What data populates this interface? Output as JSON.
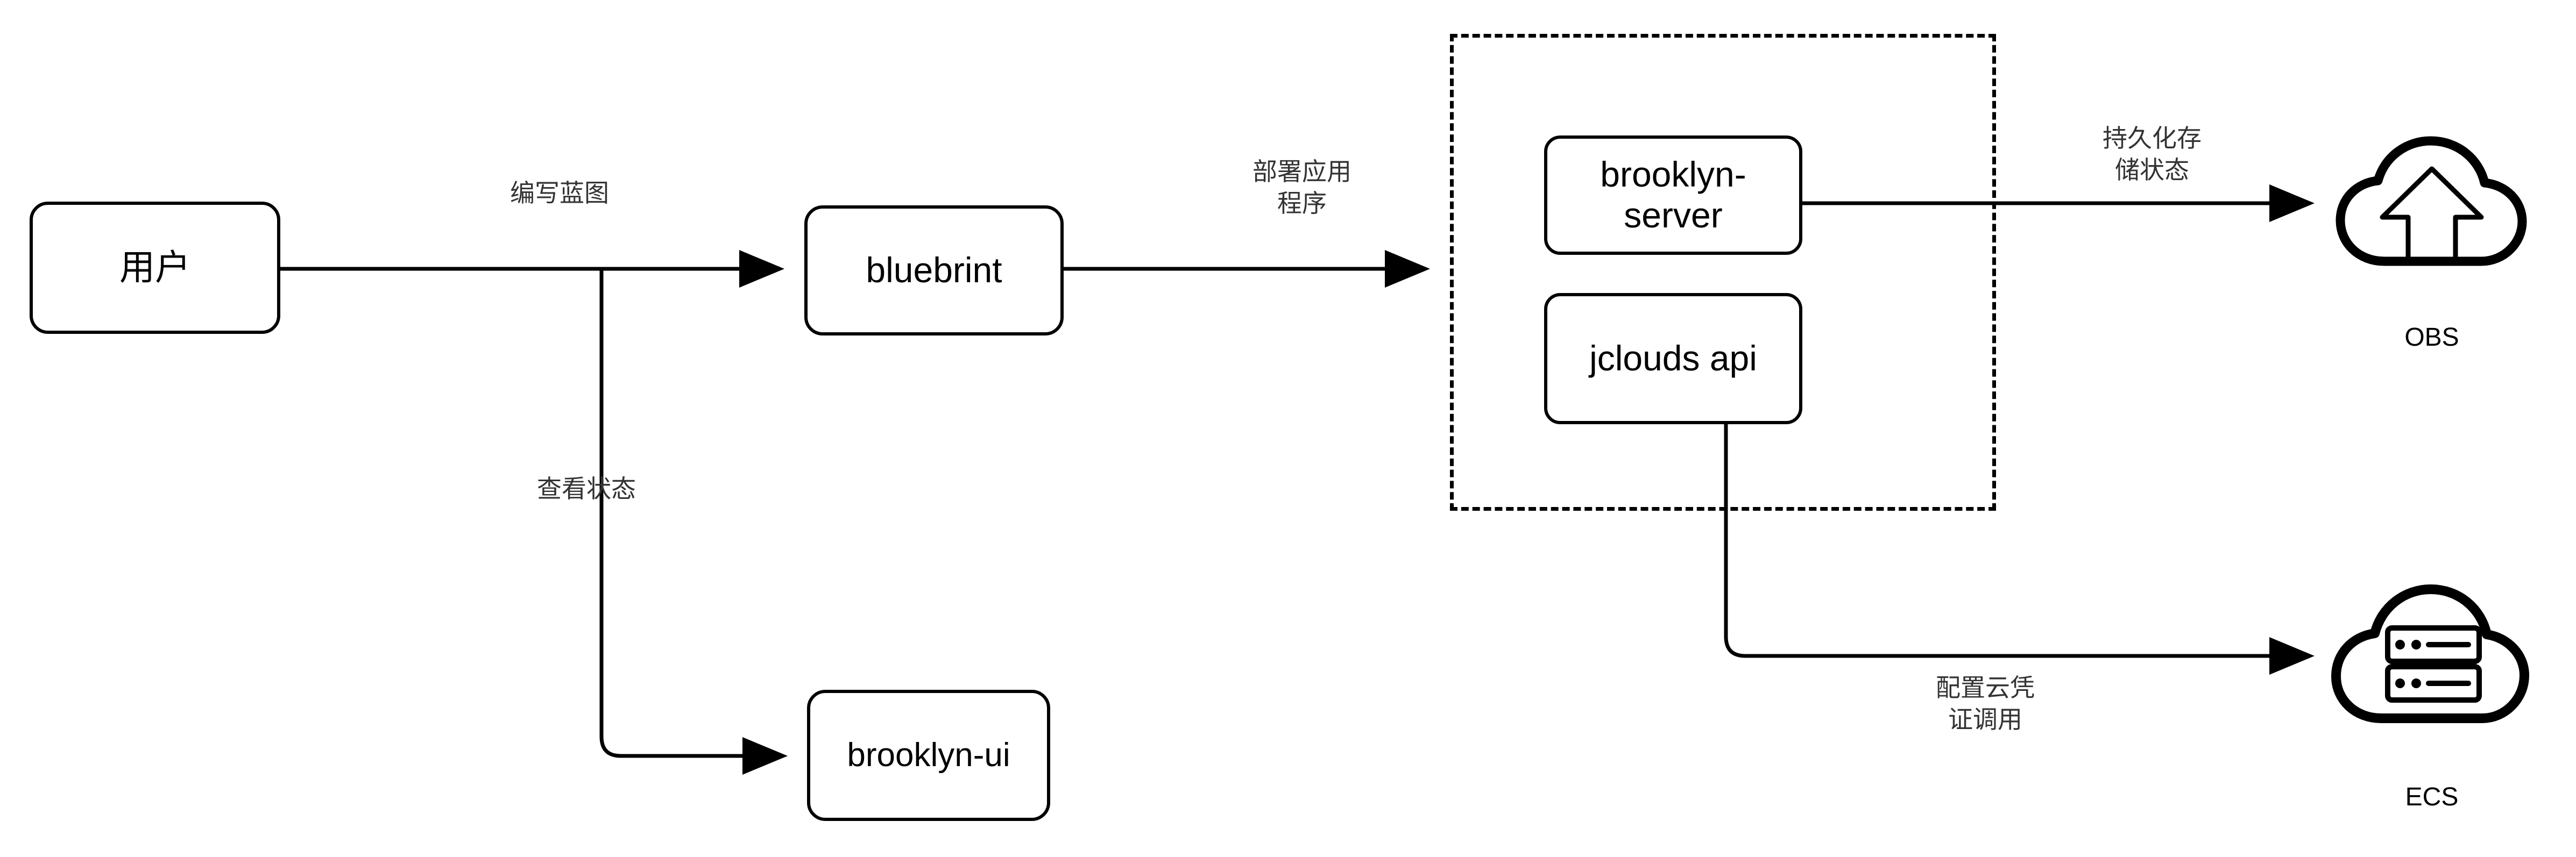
{
  "diagram": {
    "title": "Brooklyn deployment architecture",
    "stroke_color": "#000000",
    "label_color": "#333333",
    "background": "#ffffff"
  },
  "nodes": {
    "user": {
      "label": "用户"
    },
    "bluebrint": {
      "label": "bluebrint"
    },
    "brooklyn_ui": {
      "label": "brooklyn-ui"
    },
    "brooklyn_server": {
      "label": "brooklyn-\nserver"
    },
    "jclouds_api": {
      "label": "jclouds api"
    }
  },
  "group": {
    "style": "dashed",
    "label": ""
  },
  "edges": [
    {
      "id": "user-to-bluebrint",
      "from": "user",
      "to": "bluebrint",
      "label": "编写蓝图"
    },
    {
      "id": "user-to-brooklyn-ui",
      "from": "user",
      "to": "brooklyn-ui",
      "label": "查看状态"
    },
    {
      "id": "bluebrint-to-group",
      "from": "bluebrint",
      "to": "brooklyn-server-group",
      "label": "部署应用\n程序"
    },
    {
      "id": "brooklyn-server-to-obs",
      "from": "brooklyn-server",
      "to": "obs",
      "label": "持久化存\n储状态"
    },
    {
      "id": "jclouds-api-to-ecs",
      "from": "jclouds-api",
      "to": "ecs",
      "label": "配置云凭\n证调用"
    }
  ],
  "cloud_services": {
    "obs": {
      "caption": "OBS",
      "icon": "cloud-upload-icon"
    },
    "ecs": {
      "caption": "ECS",
      "icon": "cloud-server-icon"
    }
  }
}
